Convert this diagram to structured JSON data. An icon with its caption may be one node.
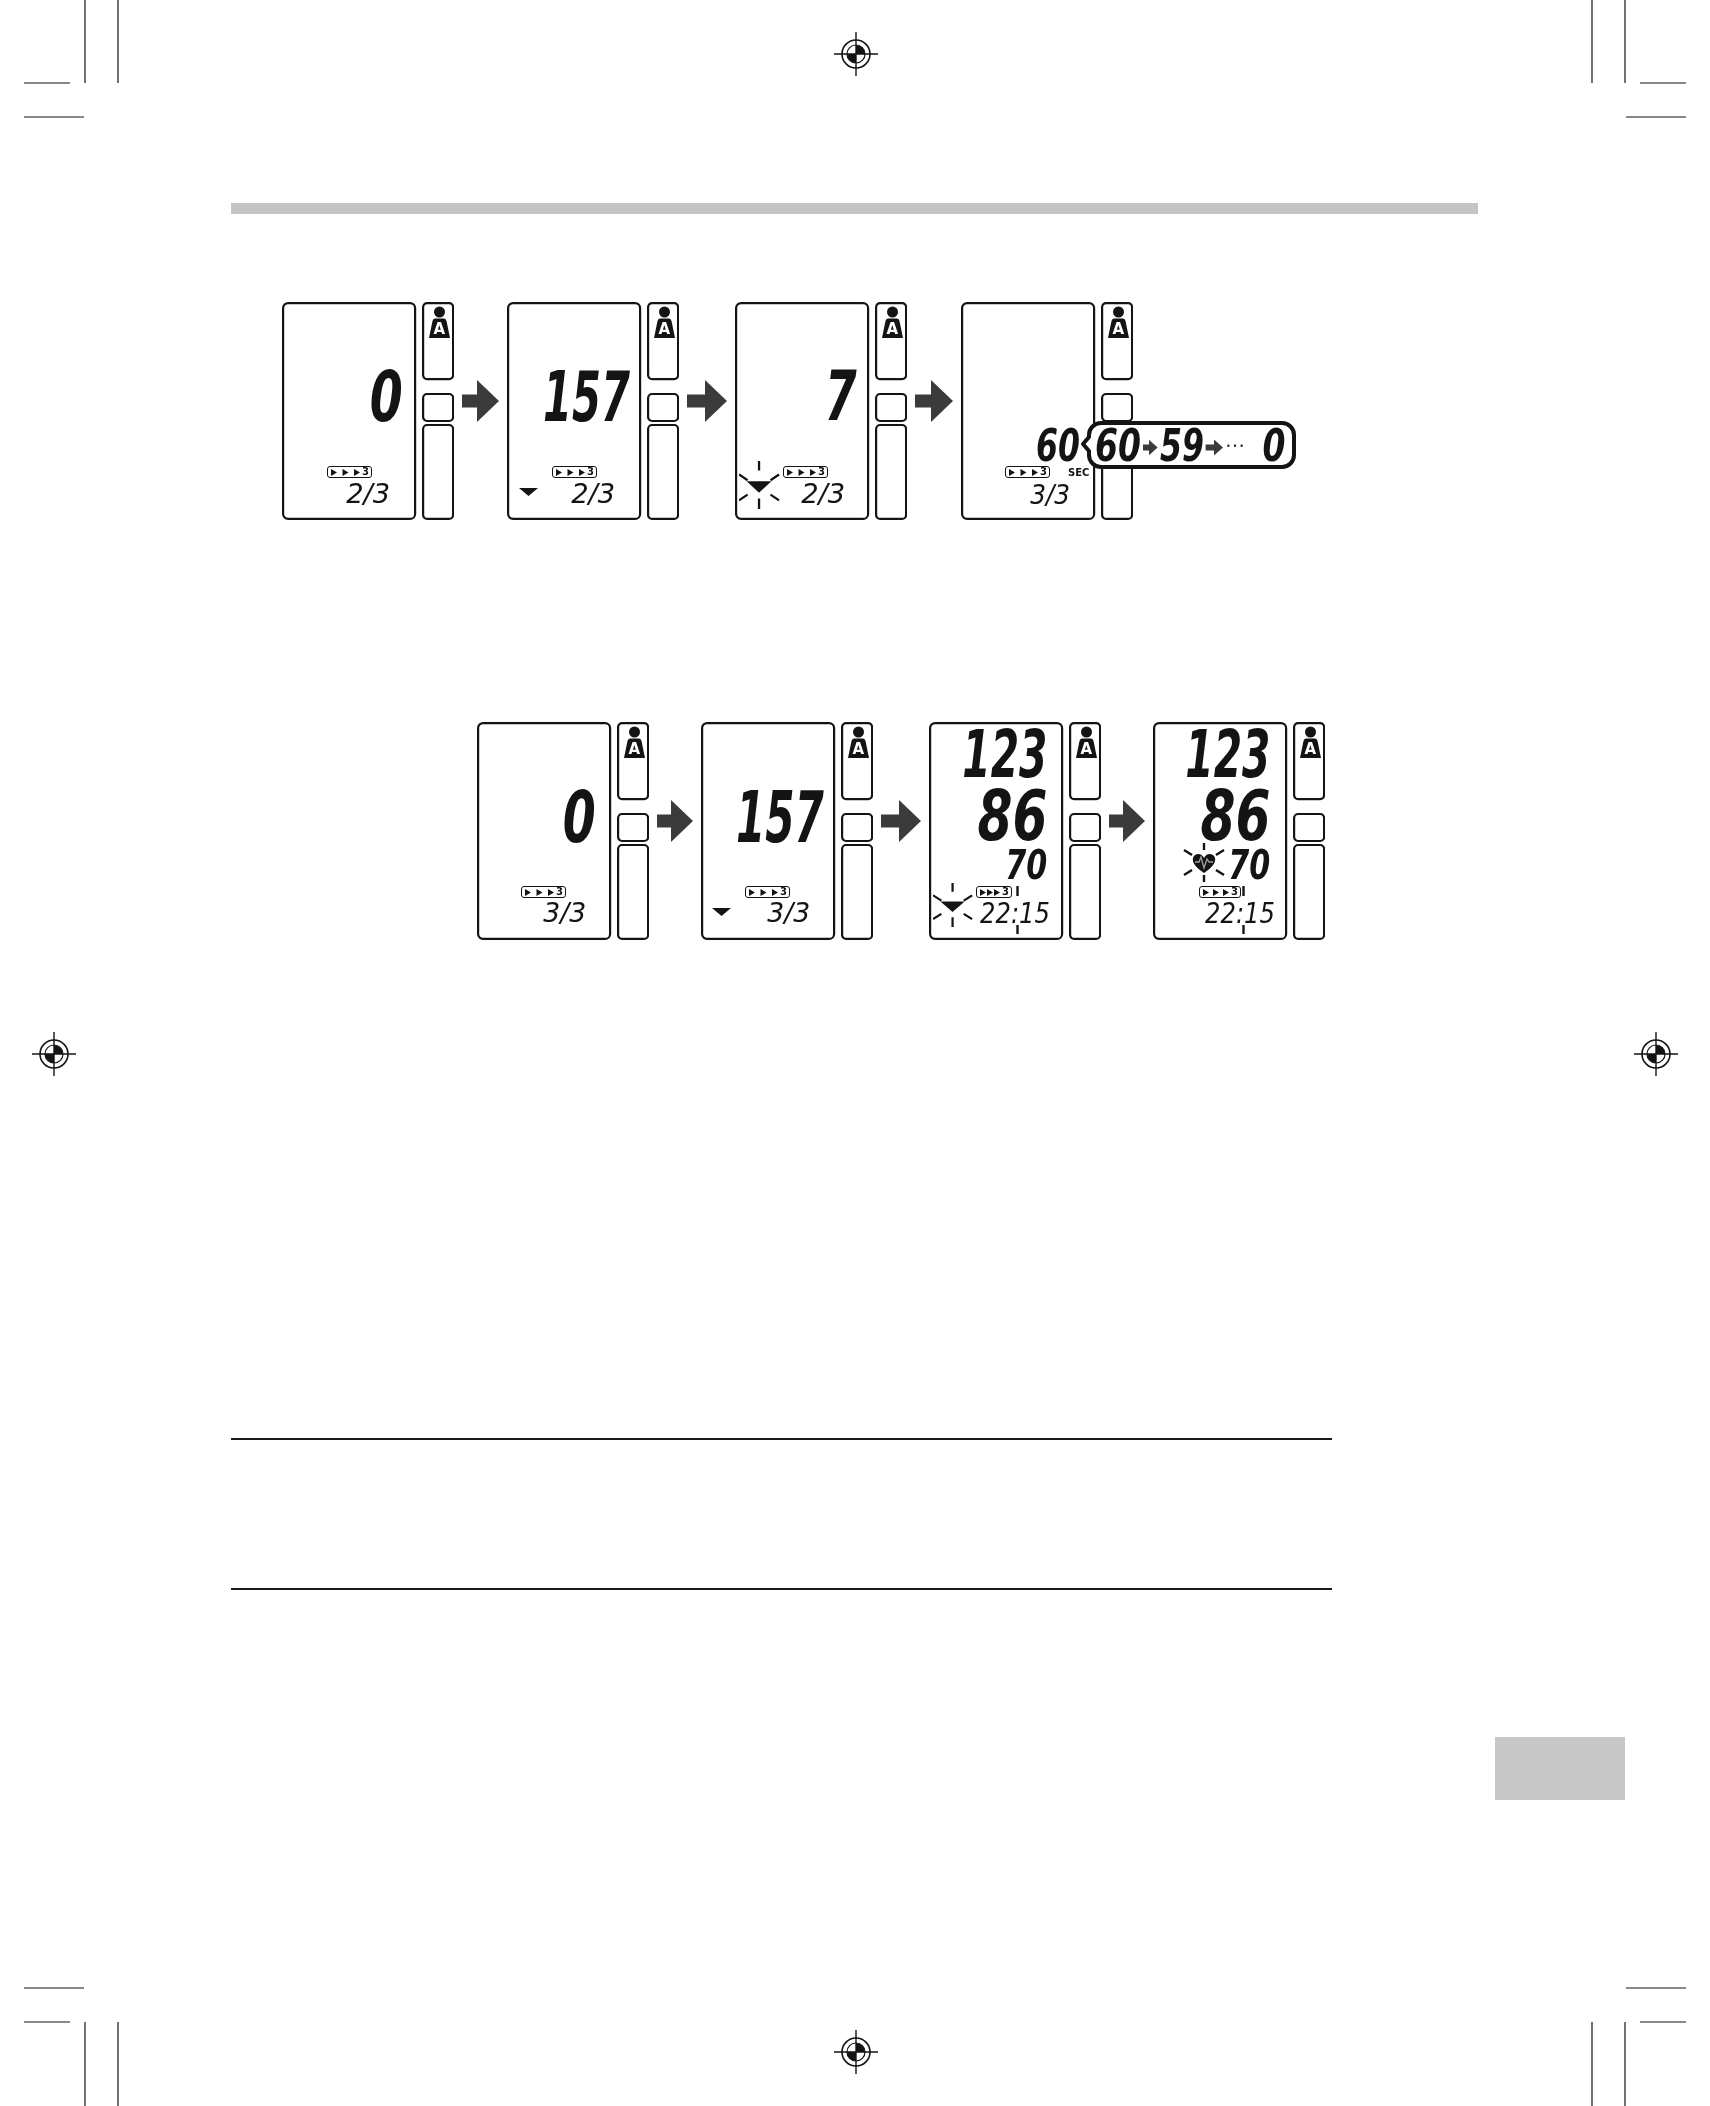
{
  "diagram": {
    "nodes": [
      {
        "text": [
          "0",
          "3",
          "2/3",
          "A"
        ]
      },
      {
        "text": [
          "157",
          "3",
          "2/3",
          "A"
        ]
      },
      {
        "text": [
          "7",
          "3",
          "2/3",
          "A"
        ]
      },
      {
        "text": [
          "60",
          "3",
          "SEC",
          "3/3",
          "A"
        ]
      },
      {
        "text": [],
        "shape": "box"
      },
      {
        "text": [
          "60"
        ],
        "in": 4
      },
      {
        "text": [
          "59"
        ],
        "in": 4
      },
      {
        "text": [
          "…"
        ],
        "in": 4
      },
      {
        "text": [
          "0"
        ],
        "in": 4
      },
      {
        "text": [
          "0",
          "3",
          "3/3",
          "A"
        ]
      },
      {
        "text": [
          "157",
          "3",
          "3/3",
          "A"
        ]
      },
      {
        "text": [
          "123",
          "86",
          "70",
          "3",
          "22:15",
          "A"
        ]
      },
      {
        "text": [
          "123",
          "86",
          "70",
          "3",
          "22:15",
          "A"
        ]
      }
    ],
    "edges": [
      {
        "from": 0,
        "to": 1,
        "arrow": "to"
      },
      {
        "from": 1,
        "to": 2,
        "arrow": "to"
      },
      {
        "from": 2,
        "to": 3,
        "arrow": "to"
      },
      {
        "from": 5,
        "to": 6,
        "arrow": "to"
      },
      {
        "from": 6,
        "to": 7,
        "arrow": "to"
      },
      {
        "from": 9,
        "to": 10,
        "arrow": "to"
      },
      {
        "from": 10,
        "to": 11,
        "arrow": "to"
      },
      {
        "from": 11,
        "to": 12,
        "arrow": "to"
      }
    ]
  }
}
